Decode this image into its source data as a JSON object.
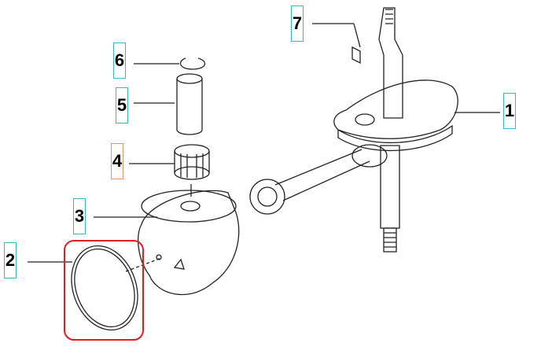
{
  "callouts": [
    {
      "number": "1"
    },
    {
      "number": "2"
    },
    {
      "number": "3"
    },
    {
      "number": "4"
    },
    {
      "number": "5"
    },
    {
      "number": "6"
    },
    {
      "number": "7"
    }
  ],
  "colors": {
    "callout_border": "#35b9c4",
    "callout_highlight": "#f0906a",
    "selection": "#e31b23"
  }
}
